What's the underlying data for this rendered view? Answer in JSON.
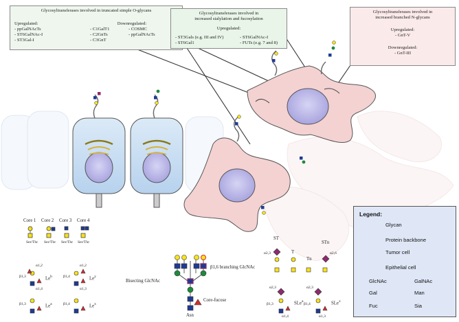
{
  "box_truncated": {
    "title": "Glycosyltransferases involved in truncated simple O-glycans",
    "up_heading": "Upregulated:",
    "up_items": [
      "- ppGalNAcTs",
      "- ST6GalNAc-I",
      "- ST3Gal-I"
    ],
    "down_heading": "Downregulated:",
    "down_col1": [
      "- C1GalT1",
      "- C2GnTs",
      "- C3GnT"
    ],
    "down_col2": [
      "- COSMC",
      "- ppGalNAcTs"
    ]
  },
  "box_sialylation": {
    "title_line1": "Glycosyltransferases involved in",
    "title_line2": "increased sialylation and fucosylation",
    "up_heading": "Upregulated:",
    "row1_left": "- ST3Gals (e.g. III and IV)",
    "row1_right": "- ST6GalNAc-I",
    "row2_left": "- ST6Gal1",
    "row2_right": "- FUTs (e.g. 7 and 8)"
  },
  "box_branched": {
    "title_line1": "Glycosyltransferases involved in",
    "title_line2": "increased branched N-glycans",
    "up_heading": "Upregulated:",
    "up_item": "- GnT-V",
    "down_heading": "Downregulated:",
    "down_item": "- GnT-III"
  },
  "cores": {
    "labels": [
      "Core 1",
      "Core 2",
      "Core 3",
      "Core 4"
    ],
    "sertr": "Ser/Thr"
  },
  "lewis": {
    "a_link1": "α1,3",
    "a_link2": "α1,4",
    "b_link1": "β1,3",
    "b_link2": "β1,4",
    "lea": "Le",
    "lea_sup": "a",
    "leb": "Le",
    "leb_sup": "b",
    "lex": "Le",
    "lex_sup": "x",
    "ley": "Le",
    "ley_sup": "y",
    "a12_1": "α1,2",
    "a12_2": "α1,2",
    "a14": "α1,4",
    "a13": "α1,3"
  },
  "nglycan": {
    "bisecting": "Bisecting GlcNAc",
    "branching": "β1,6 branching GlcNAc",
    "core_fucose": "Core-fucose",
    "asn": "Asn"
  },
  "sialyl": {
    "st": "ST",
    "t": "T",
    "tn": "Tn",
    "stn": "STn",
    "a23": "α2,3",
    "a26": "α2,6",
    "slea": "SLe",
    "slea_sup": "a",
    "slex": "SLe",
    "slex_sup": "x",
    "a23_b": "α2,3",
    "a23_c": "α2,3",
    "b13": "β1,3",
    "b14": "β1,4",
    "a14": "α1,4",
    "a13": "α1,3"
  },
  "legend": {
    "title": "Legend:",
    "glycan": "Glycan",
    "backbone": "Protein backbone",
    "tumor": "Tumor cell",
    "epithelial": "Epithelial cell",
    "glcnac": "GlcNAc",
    "galnac": "GalNAc",
    "gal": "Gal",
    "man": "Man",
    "fuc": "Fuc",
    "sia": "Sia"
  },
  "colors": {
    "glcnac": "#1f3a93",
    "galnac": "#f7e21b",
    "gal": "#f7e21b",
    "man": "#1e8a3c",
    "fuc": "#d62d2d",
    "sia": "#8e2a6e",
    "tumor_fill": "#f4d2d2",
    "nucleus": "#b8b5e6",
    "epithelial": "#cfe1f4"
  }
}
